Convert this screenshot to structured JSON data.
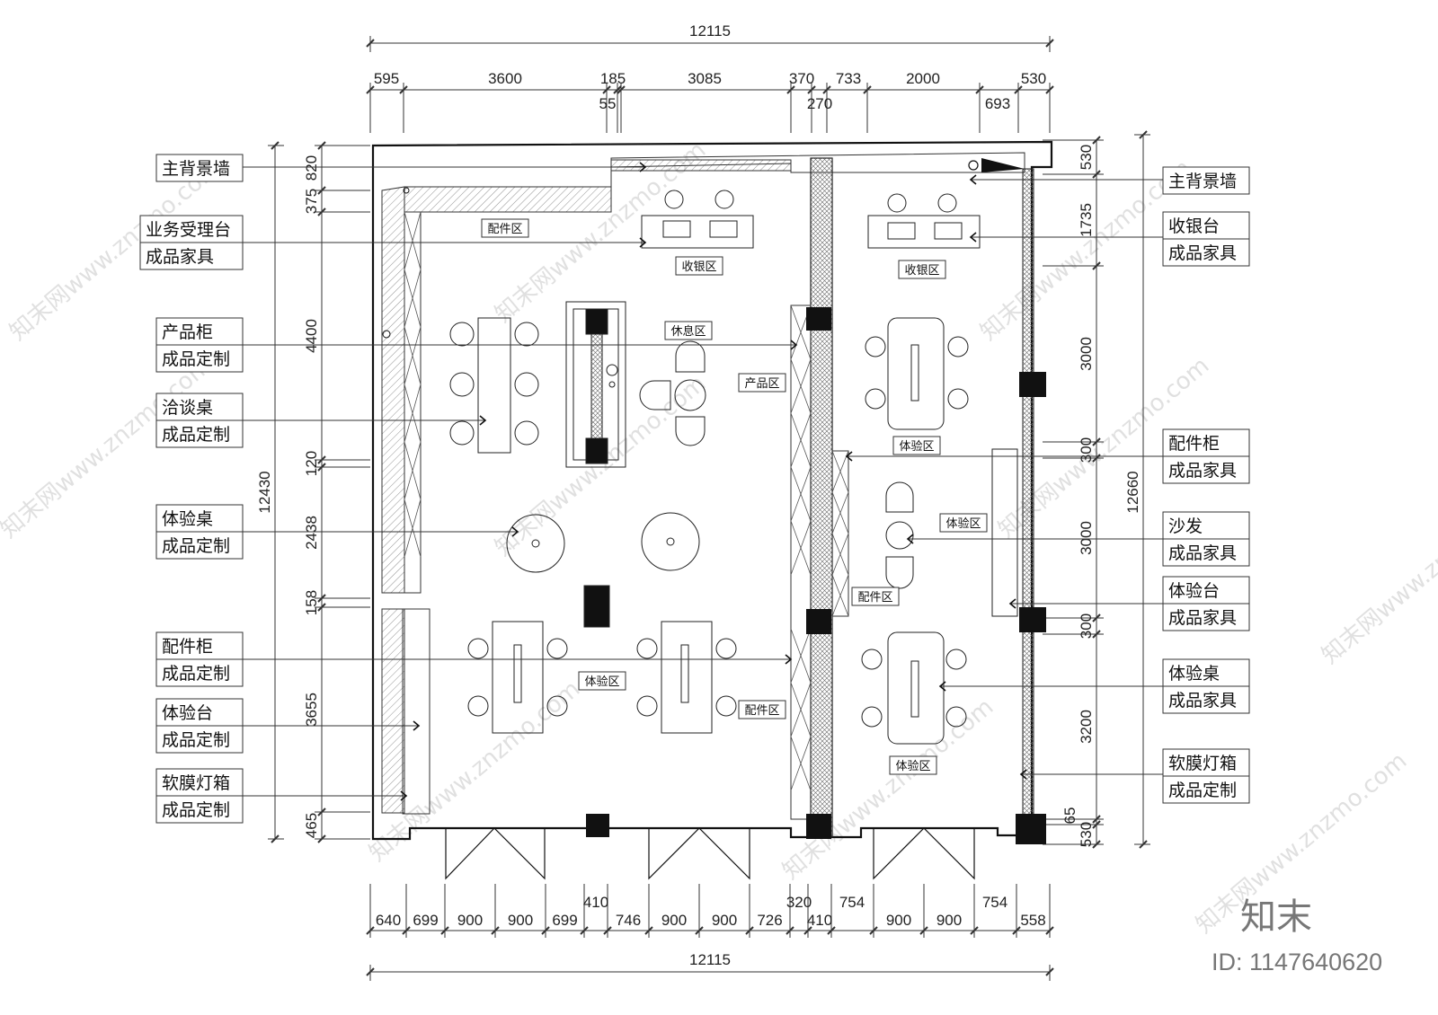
{
  "overall_width": "12115",
  "overall_depth_left": "12430",
  "overall_depth_right": "12660",
  "top_dims": [
    "595",
    "3600",
    "185",
    "55",
    "3085",
    "370",
    "270",
    "733",
    "2000",
    "693",
    "530"
  ],
  "bottom_dims": [
    "640",
    "699",
    "900",
    "900",
    "699",
    "410",
    "746",
    "900",
    "900",
    "726",
    "320",
    "410",
    "754",
    "900",
    "900",
    "754",
    "558"
  ],
  "left_dims": [
    "820",
    "375",
    "4400",
    "120",
    "2438",
    "158",
    "3655",
    "465"
  ],
  "right_dims": [
    "530",
    "1735",
    "3000",
    "300",
    "3000",
    "300",
    "3200",
    "65",
    "530"
  ],
  "left_labels": [
    {
      "l1": "主背景墙",
      "l2": ""
    },
    {
      "l1": "业务受理台",
      "l2": "成品家具"
    },
    {
      "l1": "产品柜",
      "l2": "成品定制"
    },
    {
      "l1": "洽谈桌",
      "l2": "成品定制"
    },
    {
      "l1": "体验桌",
      "l2": "成品定制"
    },
    {
      "l1": "配件柜",
      "l2": "成品定制"
    },
    {
      "l1": "体验台",
      "l2": "成品定制"
    },
    {
      "l1": "软膜灯箱",
      "l2": "成品定制"
    }
  ],
  "right_labels": [
    {
      "l1": "主背景墙",
      "l2": ""
    },
    {
      "l1": "收银台",
      "l2": "成品家具"
    },
    {
      "l1": "配件柜",
      "l2": "成品家具"
    },
    {
      "l1": "沙发",
      "l2": "成品家具"
    },
    {
      "l1": "体验台",
      "l2": "成品家具"
    },
    {
      "l1": "体验桌",
      "l2": "成品家具"
    },
    {
      "l1": "软膜灯箱",
      "l2": "成品定制"
    }
  ],
  "zones": {
    "accessory_1": "配件区",
    "cashier_1": "收银区",
    "rest": "休息区",
    "product": "产品区",
    "experience_1": "体验区",
    "accessory_2": "配件区",
    "cashier_2": "收银区",
    "experience_2": "体验区",
    "experience_3": "体验区",
    "accessory_3": "配件区",
    "experience_4": "体验区"
  },
  "watermark": "知末网www.znzmo.com",
  "brand": "知末",
  "id_text": "ID: 1147640620"
}
